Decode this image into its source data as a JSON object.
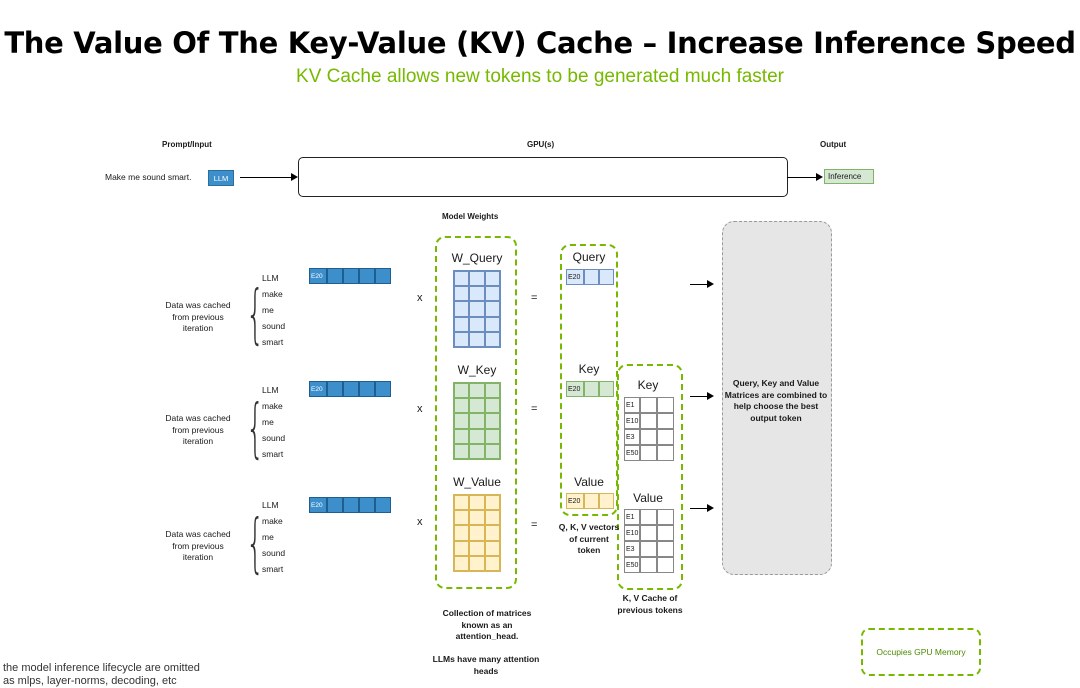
{
  "header": {
    "title": "The Value Of The Key-Value (KV) Cache – Increase Inference Speed",
    "subtitle": "KV Cache allows new tokens to be generated much faster"
  },
  "top_row": {
    "prompt_label": "Prompt/Input",
    "gpu_label": "GPU(s)",
    "output_label": "Output",
    "prompt_text": "Make me sound smart.",
    "llm_chip": "LLM",
    "inference_chip": "Inference"
  },
  "model_weights_label": "Model Weights",
  "rows": [
    {
      "tokens": [
        "LLM",
        "make",
        "me",
        "sound",
        "smart"
      ],
      "cached_text": "Data was cached from previous iteration",
      "vector_label": "E20",
      "operator_x": "x",
      "operator_eq": "=",
      "weight_title": "W_Query",
      "result_title": "Query",
      "result_label": "E20"
    },
    {
      "tokens": [
        "LLM",
        "make",
        "me",
        "sound",
        "smart"
      ],
      "cached_text": "Data was cached from previous iteration",
      "vector_label": "E20",
      "operator_x": "x",
      "operator_eq": "=",
      "weight_title": "W_Key",
      "result_title": "Key",
      "result_label": "E20"
    },
    {
      "tokens": [
        "LLM",
        "make",
        "me",
        "sound",
        "smart"
      ],
      "cached_text": "Data was cached from previous iteration",
      "vector_label": "E20",
      "operator_x": "x",
      "operator_eq": "=",
      "weight_title": "W_Value",
      "result_title": "Value",
      "result_label": "E20"
    }
  ],
  "kv_cache": {
    "key_title": "Key",
    "value_title": "Value",
    "key_rows": [
      "E1",
      "E10",
      "E3",
      "E50"
    ],
    "value_rows": [
      "E1",
      "E10",
      "E3",
      "E50"
    ]
  },
  "panel_text": "Query, Key and Value Matrices are combined to help choose the best output token",
  "captions": {
    "qkv": "Q, K, V vectors of current token",
    "kv_cache": "K, V Cache of previous tokens",
    "attention_head": "Collection of matrices known as an attention_head.",
    "many_heads": "LLMs have many attention heads"
  },
  "legend": "Occupies GPU Memory",
  "footnote": {
    "line1": "the model inference lifecycle are omitted",
    "line2": "as mlps, layer-norms, decoding, etc"
  },
  "colors": {
    "accent_green": "#76b900",
    "vector_blue": "#3d8fcc",
    "query_fill": "#dae8fc",
    "key_fill": "#d5e8d4",
    "value_fill": "#fff2cc",
    "panel_gray": "#e6e6e6"
  }
}
